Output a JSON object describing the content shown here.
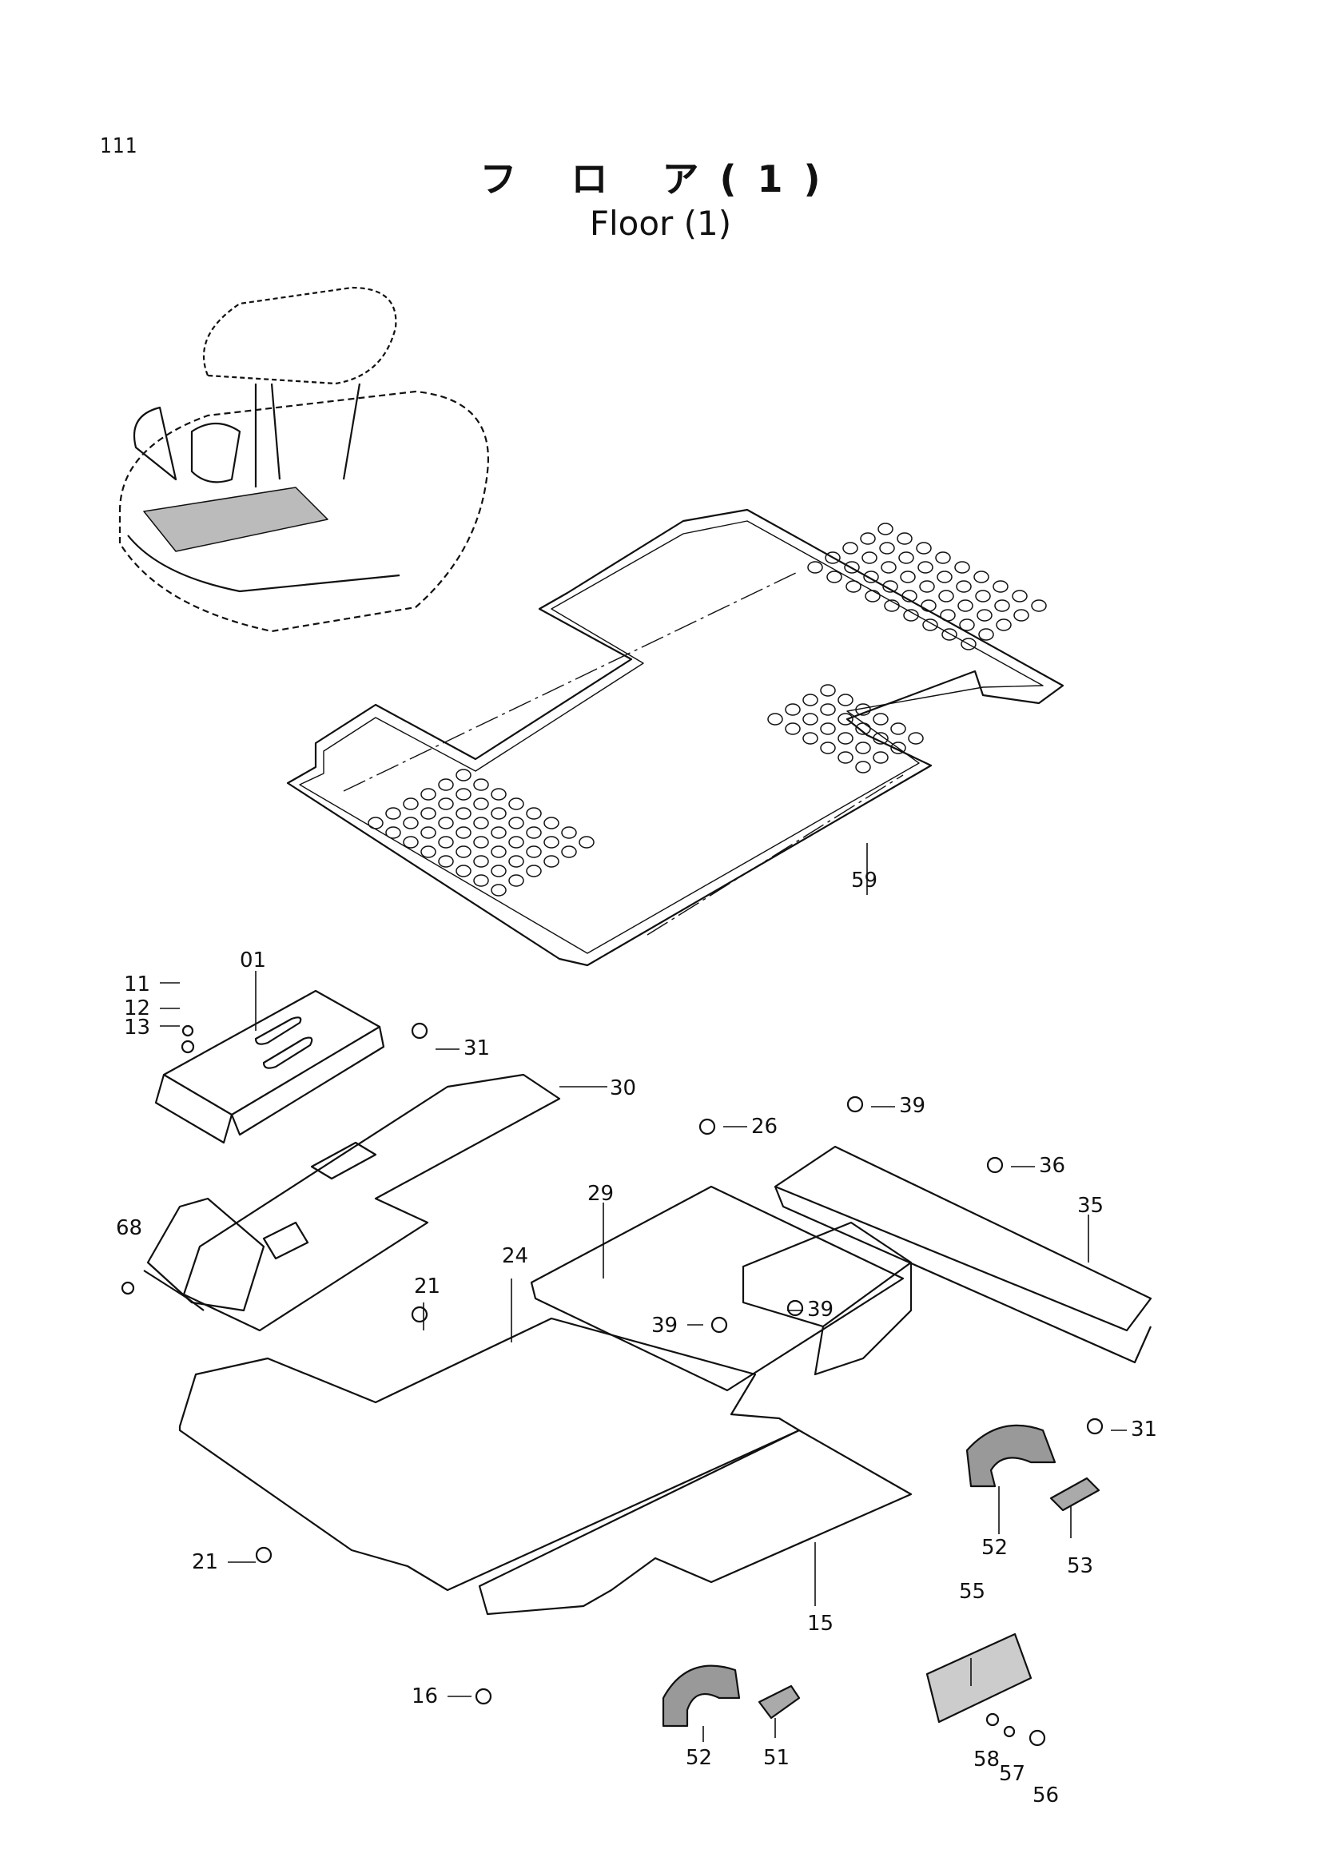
{
  "header": {
    "page_number": "111",
    "title_jp": "フ ロ ア(1)",
    "title_en": "Floor (1)"
  },
  "diagram": {
    "part_labels": [
      "59",
      "01",
      "11",
      "12",
      "13",
      "31",
      "30",
      "26",
      "39",
      "29",
      "36",
      "35",
      "68",
      "24",
      "21",
      "39",
      "39",
      "31",
      "52",
      "53",
      "21",
      "15",
      "55",
      "16",
      "52",
      "51",
      "58",
      "57",
      "56"
    ]
  }
}
